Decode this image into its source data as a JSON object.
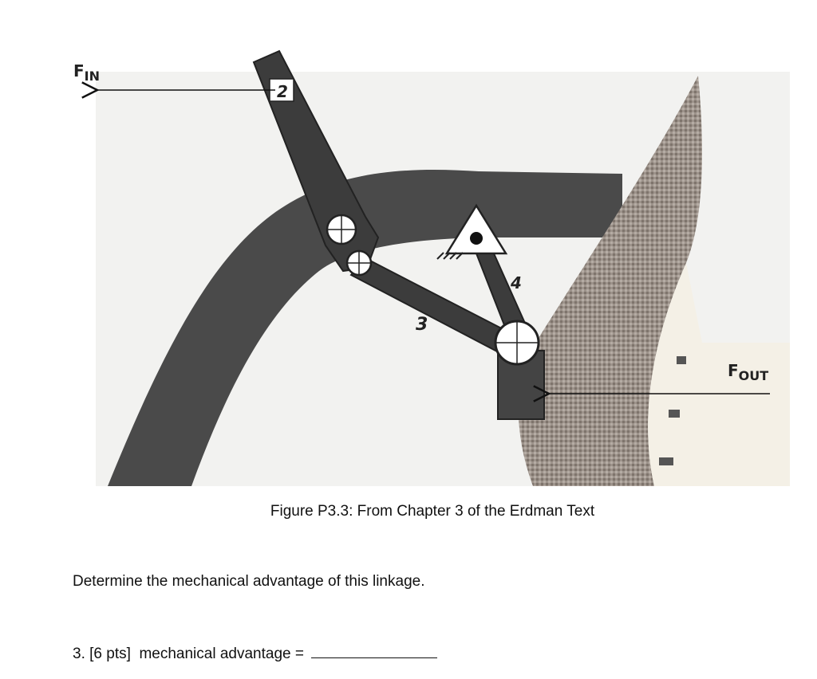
{
  "figure": {
    "force_in_label": {
      "main": "F",
      "sub": "IN"
    },
    "force_out_label": {
      "main": "F",
      "sub": "OUT"
    },
    "link_labels": [
      "2",
      "3",
      "4"
    ]
  },
  "caption": "Figure P3.3: From Chapter 3 of the Erdman Text",
  "prompt": "Determine the mechanical advantage of this linkage.",
  "question": {
    "number": "3.",
    "points": "[6 pts]",
    "text": "mechanical advantage ="
  }
}
